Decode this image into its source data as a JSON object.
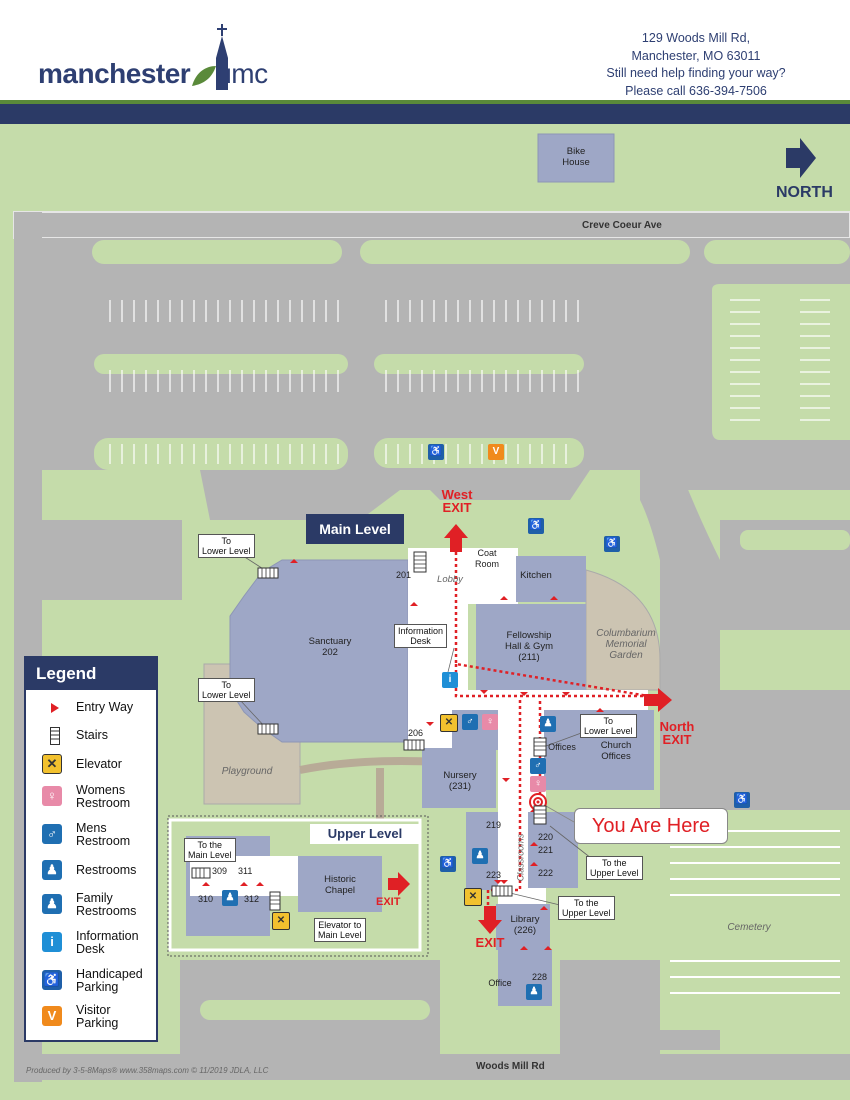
{
  "header": {
    "logo_main": "manchester",
    "logo_sub": "umc",
    "address_lines": [
      "129 Woods Mill Rd,",
      "Manchester, MO 63011",
      "Still need help finding your way?",
      "Please call 636-394-7506"
    ]
  },
  "compass": {
    "label": "NORTH"
  },
  "roads": {
    "top": "Creve Coeur Ave",
    "bottom": "Woods Mill Rd"
  },
  "places": {
    "bike_house": [
      "Bike",
      "House"
    ],
    "columbarium": [
      "Columbarium",
      "Memorial",
      "Garden"
    ],
    "playground": "Playground",
    "cemetery": "Cemetery"
  },
  "main_level": {
    "title": "Main Level",
    "rooms": {
      "sanctuary": [
        "Sanctuary",
        "202"
      ],
      "lobby": "Lobby",
      "coat_room": [
        "Coat",
        "Room"
      ],
      "kitchen": "Kitchen",
      "fellowship": [
        "Fellowship",
        "Hall & Gym",
        "(211)"
      ],
      "information_desk": [
        "Information",
        "Desk"
      ],
      "nursery": [
        "Nursery",
        "(231)"
      ],
      "offices": "Offices",
      "church_offices": [
        "Church",
        "Offices"
      ],
      "library": [
        "Library",
        "(226)"
      ],
      "office": "Office",
      "classrooms": "Classrooms"
    },
    "room_numbers": [
      "201",
      "206",
      "219",
      "220",
      "221",
      "222",
      "223",
      "228"
    ],
    "callouts": {
      "to_lower_top": [
        "To",
        "Lower Level"
      ],
      "to_lower_mid": [
        "To",
        "Lower Level"
      ],
      "to_lower_right": [
        "To",
        "Lower Level"
      ],
      "to_upper_1": [
        "To the",
        "Upper Level"
      ],
      "to_upper_2": [
        "To the",
        "Upper Level"
      ]
    },
    "exits": {
      "west": [
        "West",
        "EXIT"
      ],
      "north": [
        "North",
        "EXIT"
      ],
      "south": "EXIT"
    }
  },
  "upper_level": {
    "title": "Upper Level",
    "to_main": [
      "To the",
      "Main Level"
    ],
    "rooms": [
      "309",
      "311",
      "310",
      "312"
    ],
    "historic_chapel": [
      "Historic",
      "Chapel"
    ],
    "elevator_to_main": [
      "Elevator to",
      "Main Level"
    ],
    "exit": "EXIT"
  },
  "you_are_here": "You Are Here",
  "legend": {
    "title": "Legend",
    "items": [
      {
        "label": [
          "Entry Way"
        ],
        "icon": "entry-way-icon",
        "color": "#e02025"
      },
      {
        "label": [
          "Stairs"
        ],
        "icon": "stairs-icon",
        "color": "#333333"
      },
      {
        "label": [
          "Elevator"
        ],
        "icon": "elevator-icon",
        "color": "#f2c12e"
      },
      {
        "label": [
          "Womens",
          "Restroom"
        ],
        "icon": "womens-restroom-icon",
        "color": "#e88aa8"
      },
      {
        "label": [
          "Mens",
          "Restroom"
        ],
        "icon": "mens-restroom-icon",
        "color": "#1f6fb2"
      },
      {
        "label": [
          "Restrooms"
        ],
        "icon": "restrooms-icon",
        "color": "#1f6fb2"
      },
      {
        "label": [
          "Family",
          "Restrooms"
        ],
        "icon": "family-restroom-icon",
        "color": "#1f6fb2"
      },
      {
        "label": [
          "Information",
          "Desk"
        ],
        "icon": "information-icon",
        "color": "#1f8fd6"
      },
      {
        "label": [
          "Handicaped",
          "Parking"
        ],
        "icon": "handicapped-icon",
        "color": "#1f5fa8"
      },
      {
        "label": [
          "Visitor",
          "Parking"
        ],
        "icon": "visitor-parking-icon",
        "color": "#f08a1c"
      }
    ]
  },
  "footer": "Produced by 3-5-8Maps®   www.358maps.com   © 11/2019 JDLA, LLC",
  "colors": {
    "navy": "#2b3a66",
    "grass": "#c5dcaa",
    "lot": "#b4b4b4",
    "building": "#9ea7c6",
    "corridor": "#ffffff",
    "route": "#e02025"
  }
}
